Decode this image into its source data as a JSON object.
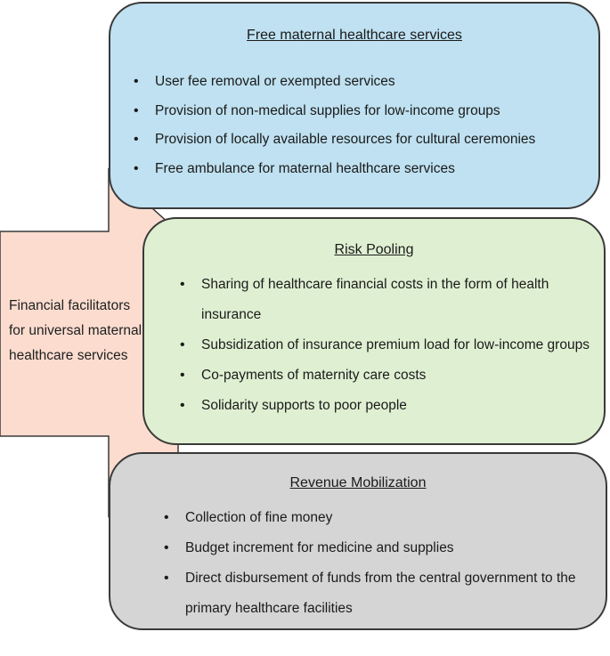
{
  "colors": {
    "arrow_fill": "#fbdccf",
    "box1_fill": "#bfe1f1",
    "box2_fill": "#dff0d2",
    "box3_fill": "#d5d5d5",
    "border": "#3a3a3a"
  },
  "left_label": {
    "lines": [
      "Financial facilitators",
      "for universal maternal",
      "healthcare services"
    ]
  },
  "boxes": [
    {
      "title": "Free maternal healthcare services",
      "items": [
        "User fee removal or exempted services",
        "Provision of non-medical supplies for low-income groups",
        "Provision of locally available resources for cultural ceremonies",
        "Free ambulance for maternal healthcare services"
      ]
    },
    {
      "title": "Risk Pooling",
      "items": [
        "Sharing of healthcare financial costs in the form of health insurance",
        "Subsidization of insurance premium load for low-income groups",
        "Co-payments of maternity care costs",
        "Solidarity supports to poor people"
      ]
    },
    {
      "title": "Revenue Mobilization",
      "items": [
        "Collection of fine money",
        "Budget increment for medicine and supplies",
        "Direct disbursement of funds from the central government to the primary healthcare facilities"
      ]
    }
  ]
}
